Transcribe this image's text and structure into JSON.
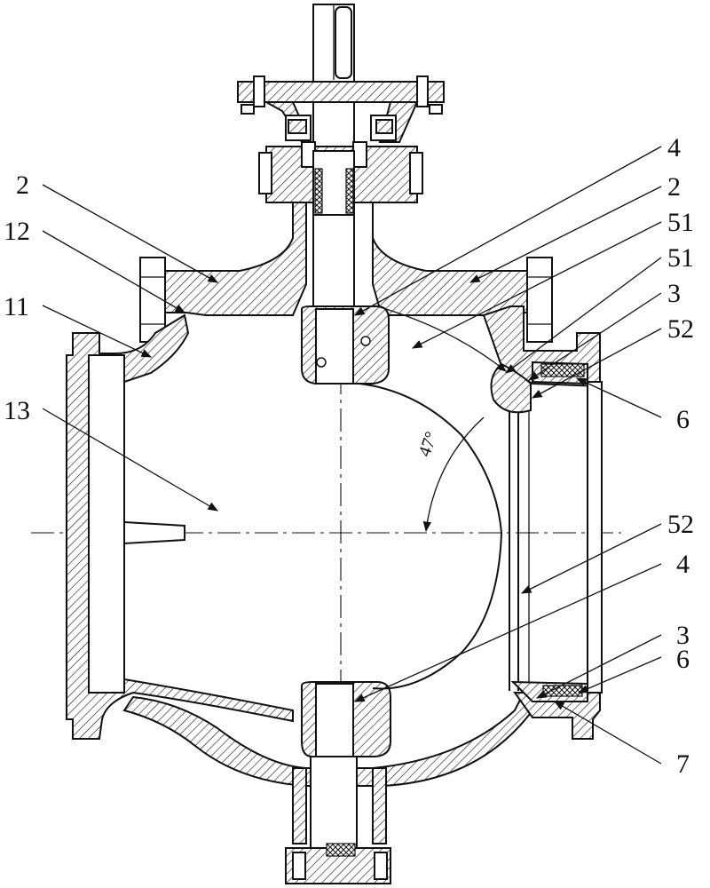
{
  "drawing": {
    "left_labels": [
      "2",
      "12",
      "11",
      "13"
    ],
    "right_labels": [
      "4",
      "2",
      "51",
      "51",
      "3",
      "52",
      "6",
      "52",
      "4",
      "3",
      "6",
      "7"
    ],
    "angle": "47°"
  }
}
